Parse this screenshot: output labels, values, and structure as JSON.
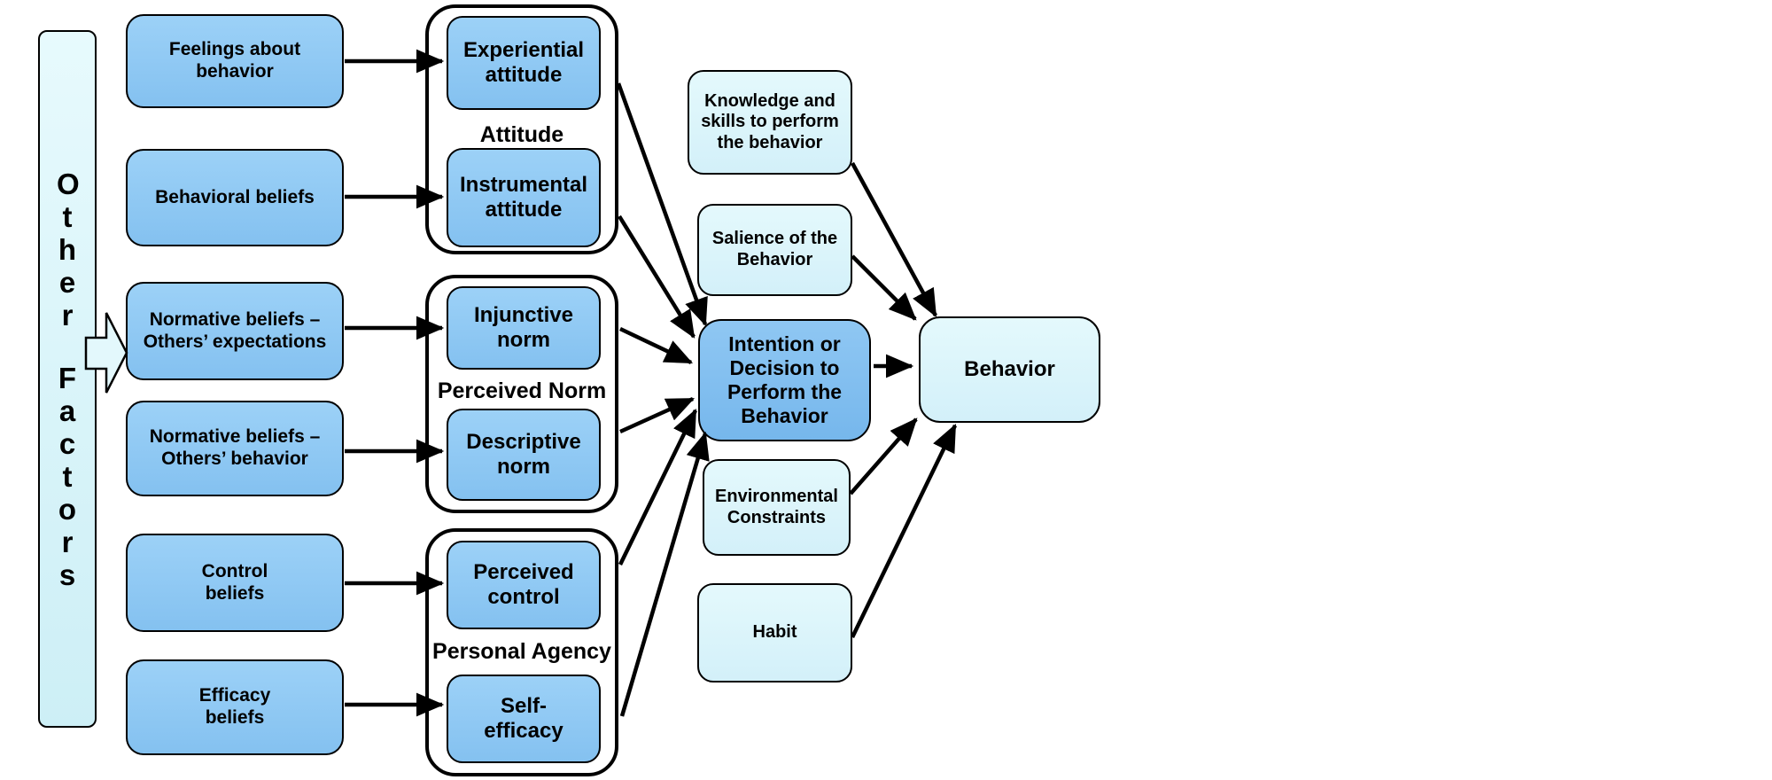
{
  "colors": {
    "line": "#000000",
    "group-bg": "#FFFFFF",
    "box-blue": "#84C1F0",
    "box-blue-light": "#9CD1F7",
    "intention-blue": "#76B7EC",
    "intention-blue-light": "#8FC7F3",
    "cyan": "#D3F0F9",
    "cyan-light": "#E4F9FC",
    "bar-cyan": "#CDEFF6",
    "bar-cyan-light": "#E7FAFD",
    "block-arrow-fill": "#E3F8FC"
  },
  "other_factors": {
    "line1": "Other",
    "line2": "Factors"
  },
  "belief_boxes": [
    {
      "label": "Feelings about\nbehavior"
    },
    {
      "label": "Behavioral beliefs"
    },
    {
      "label": "Normative beliefs –\nOthers’ expectations"
    },
    {
      "label": "Normative beliefs –\nOthers’ behavior"
    },
    {
      "label": "Control\nbeliefs"
    },
    {
      "label": "Efficacy\nbeliefs"
    }
  ],
  "groups": [
    {
      "label": "Attitude",
      "boxes": [
        "Experiential\nattitude",
        "Instrumental\nattitude"
      ]
    },
    {
      "label": "Perceived Norm",
      "boxes": [
        "Injunctive\nnorm",
        "Descriptive\nnorm"
      ]
    },
    {
      "label": "Personal Agency",
      "boxes": [
        "Perceived\ncontrol",
        "Self-\nefficacy"
      ]
    }
  ],
  "moderators": [
    {
      "label": "Knowledge and\nskills to perform\nthe behavior"
    },
    {
      "label": "Salience of the\nBehavior"
    },
    {
      "label": "Environmental\nConstraints"
    },
    {
      "label": "Habit"
    }
  ],
  "intention": {
    "label": "Intention or\nDecision to\nPerform the\nBehavior"
  },
  "behavior": {
    "label": "Behavior"
  }
}
